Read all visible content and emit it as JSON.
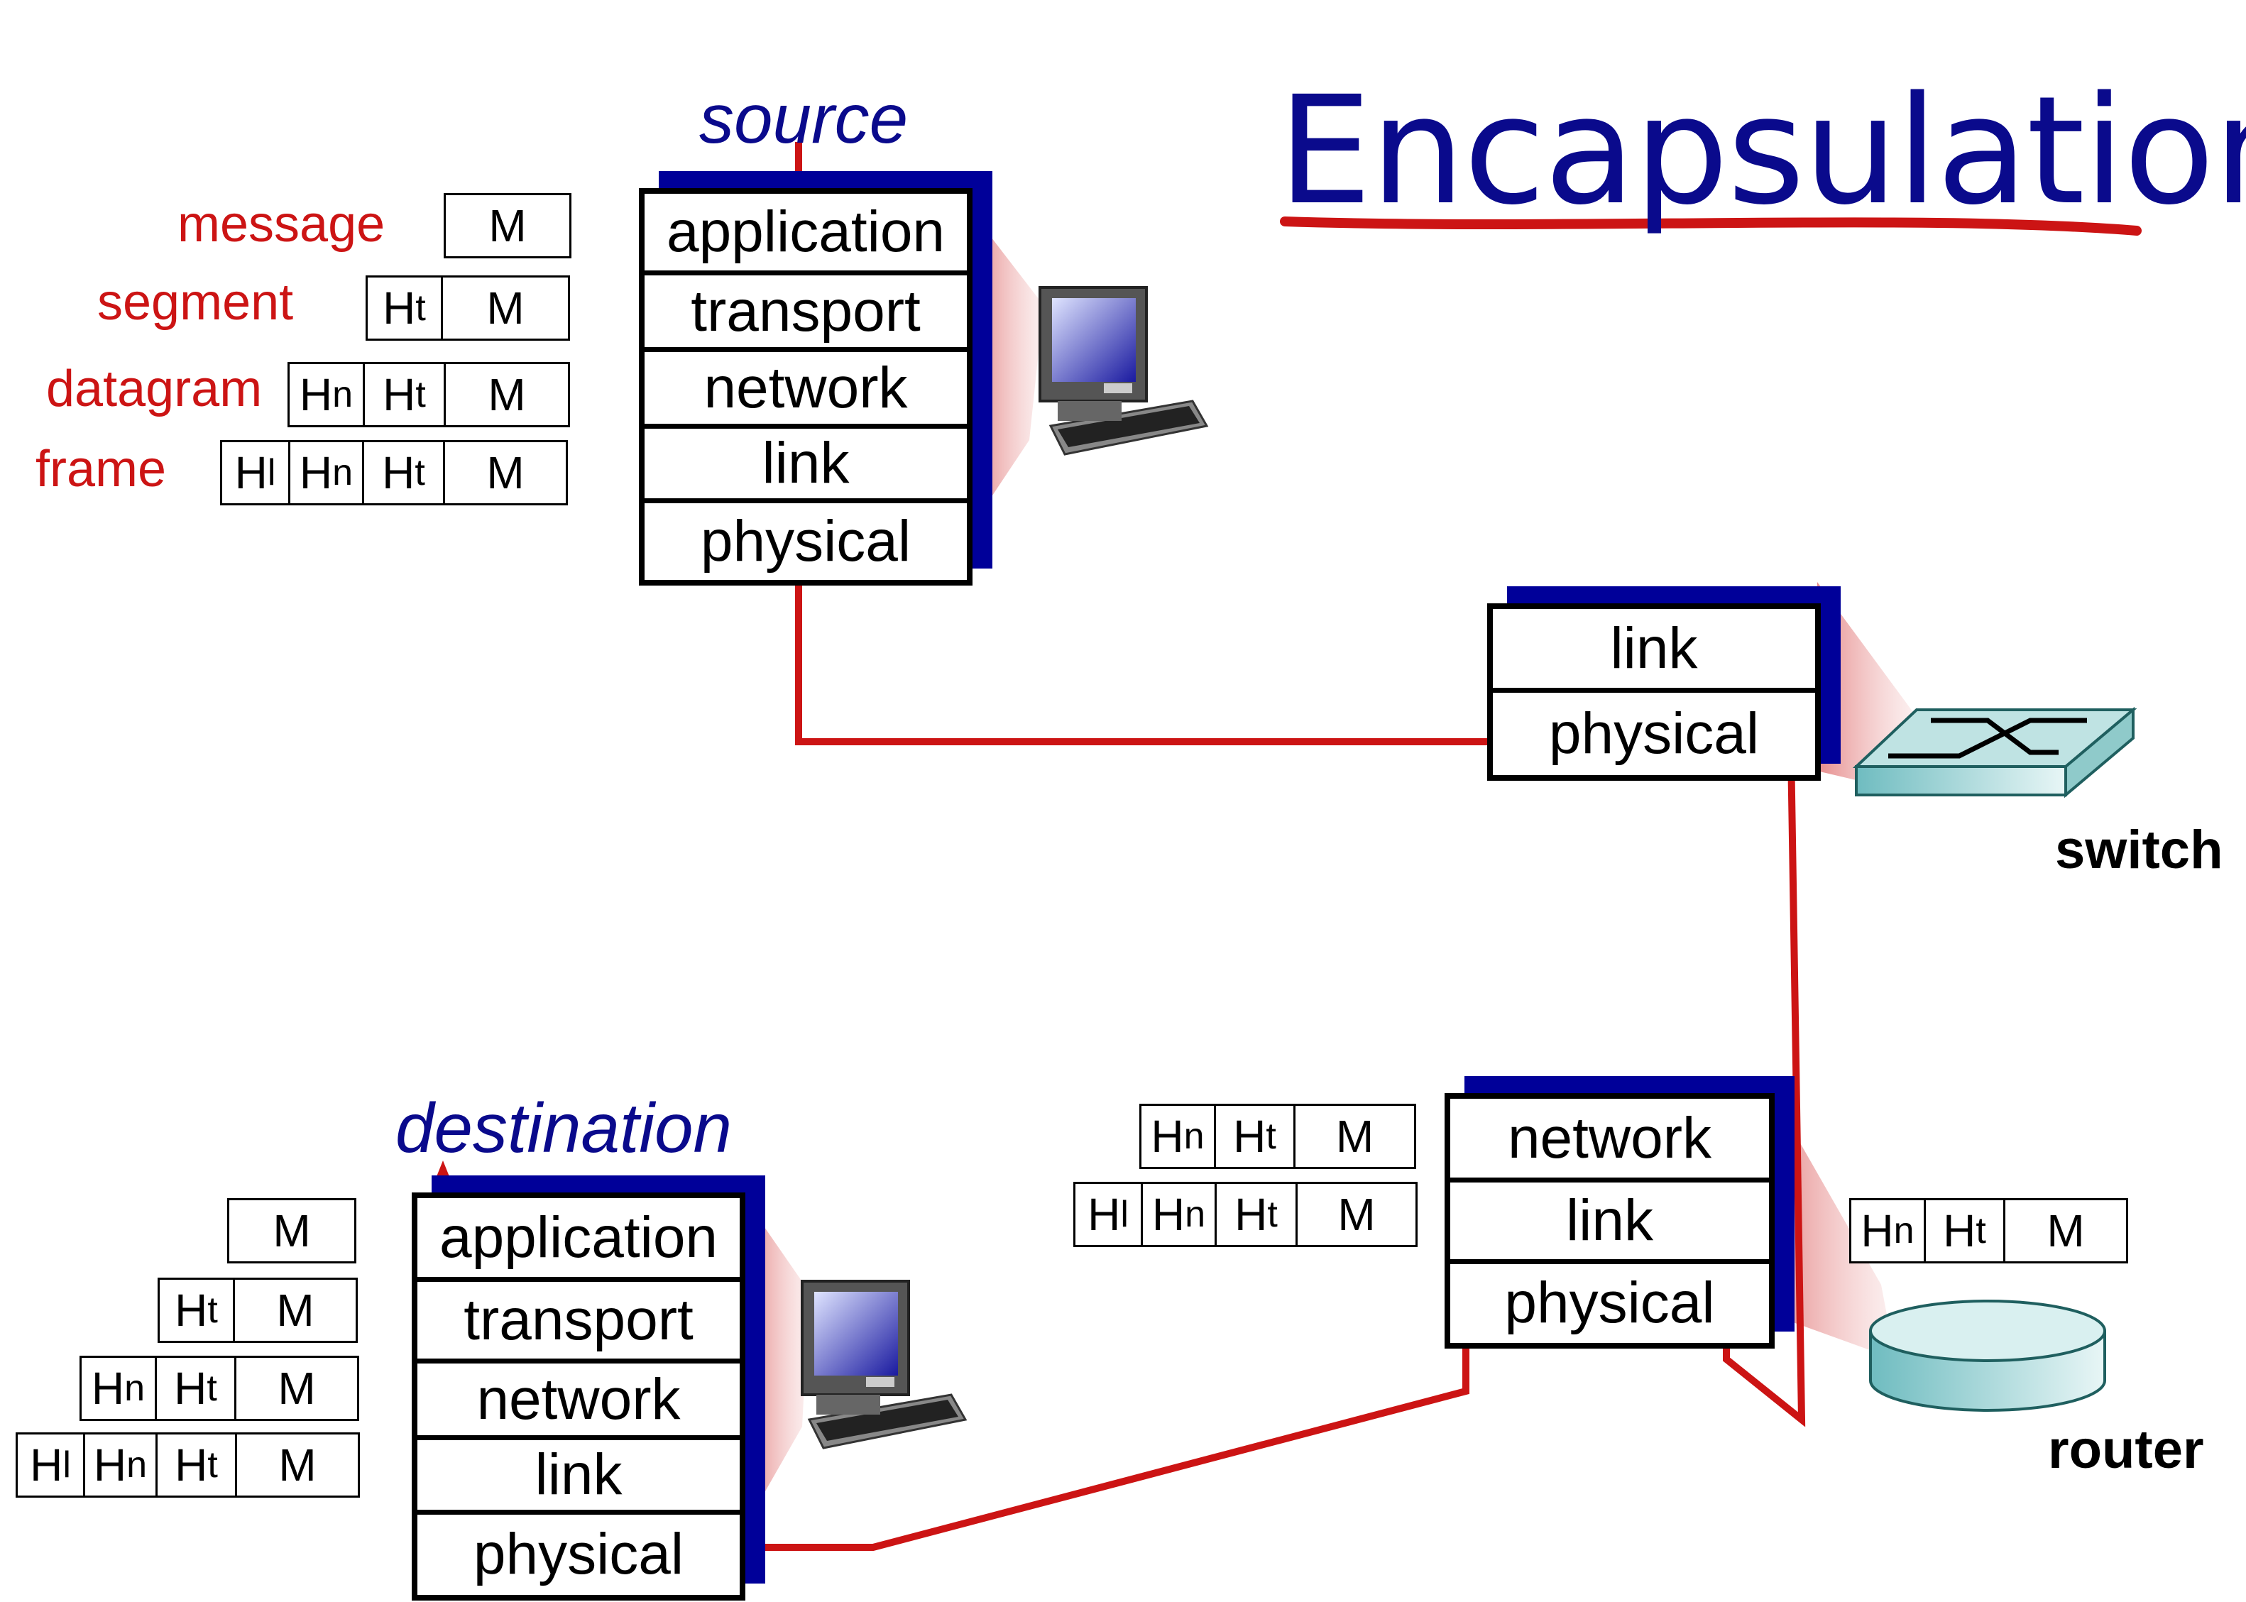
{
  "title": "Encapsulation",
  "source_label": "source",
  "destination_label": "destination",
  "units": {
    "message": "message",
    "segment": "segment",
    "datagram": "datagram",
    "frame": "frame"
  },
  "source_stack": [
    "application",
    "transport",
    "network",
    "link",
    "physical"
  ],
  "destination_stack": [
    "application",
    "transport",
    "network",
    "link",
    "physical"
  ],
  "switch_stack": [
    "link",
    "physical"
  ],
  "router_stack": [
    "network",
    "link",
    "physical"
  ],
  "devices": {
    "switch": "switch",
    "router": "router"
  },
  "headers": {
    "message": "M",
    "transport_header": "H",
    "transport_sub": "t",
    "network_header": "H",
    "network_sub": "n",
    "link_header": "H",
    "link_sub": "l"
  },
  "colors": {
    "title": "#0a0a8c",
    "units": "#cc1414",
    "path": "#cc1414",
    "stack_shadow": "#000099"
  }
}
